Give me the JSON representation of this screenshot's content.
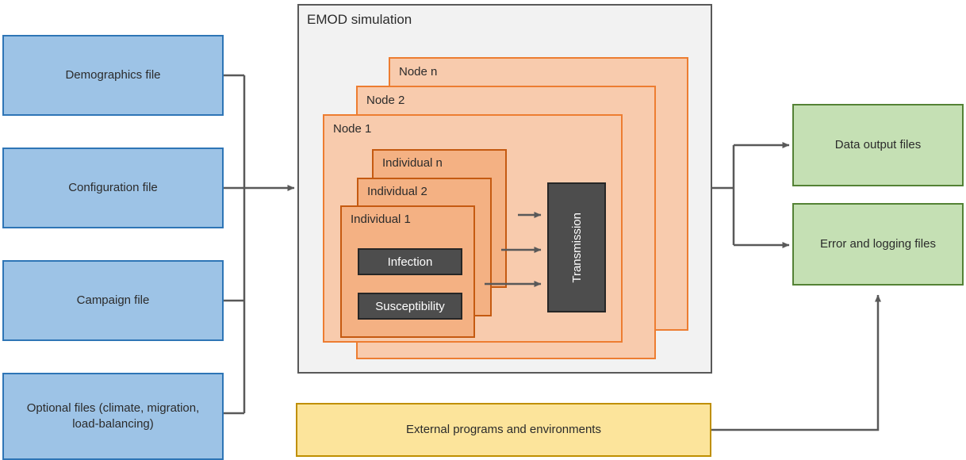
{
  "diagram": {
    "title_block": "EMOD simulation",
    "inputs": [
      {
        "label": "Demographics file"
      },
      {
        "label": "Configuration file"
      },
      {
        "label": "Campaign file"
      },
      {
        "label": "Optional files (climate, migration, load-balancing)"
      }
    ],
    "nodes": [
      {
        "label": "Node n"
      },
      {
        "label": "Node 2"
      },
      {
        "label": "Node 1"
      }
    ],
    "individuals": [
      {
        "label": "Individual n"
      },
      {
        "label": "Individual 2"
      },
      {
        "label": "Individual 1"
      }
    ],
    "individual_components": [
      {
        "label": "Infection"
      },
      {
        "label": "Susceptibility"
      }
    ],
    "transmission": {
      "label": "Transmission"
    },
    "outputs": [
      {
        "label": "Data output files"
      },
      {
        "label": "Error and logging files"
      }
    ],
    "external": {
      "label": "External programs and environments"
    },
    "colors": {
      "input_fill": "#9dc3e6",
      "input_stroke": "#2e75b6",
      "output_fill": "#c5e0b4",
      "output_stroke": "#548235",
      "external_fill": "#fce49b",
      "external_stroke": "#bf8f00",
      "node_fill": "#f8cbad",
      "node_stroke": "#ed7d31",
      "individual_fill": "#f4b183",
      "individual_stroke": "#c55a11",
      "component_fill": "#4d4d4d",
      "component_stroke": "#262626",
      "container_fill": "#f2f2f2",
      "container_stroke": "#595959",
      "connector": "#595959",
      "text": "#2b2b2b"
    }
  }
}
